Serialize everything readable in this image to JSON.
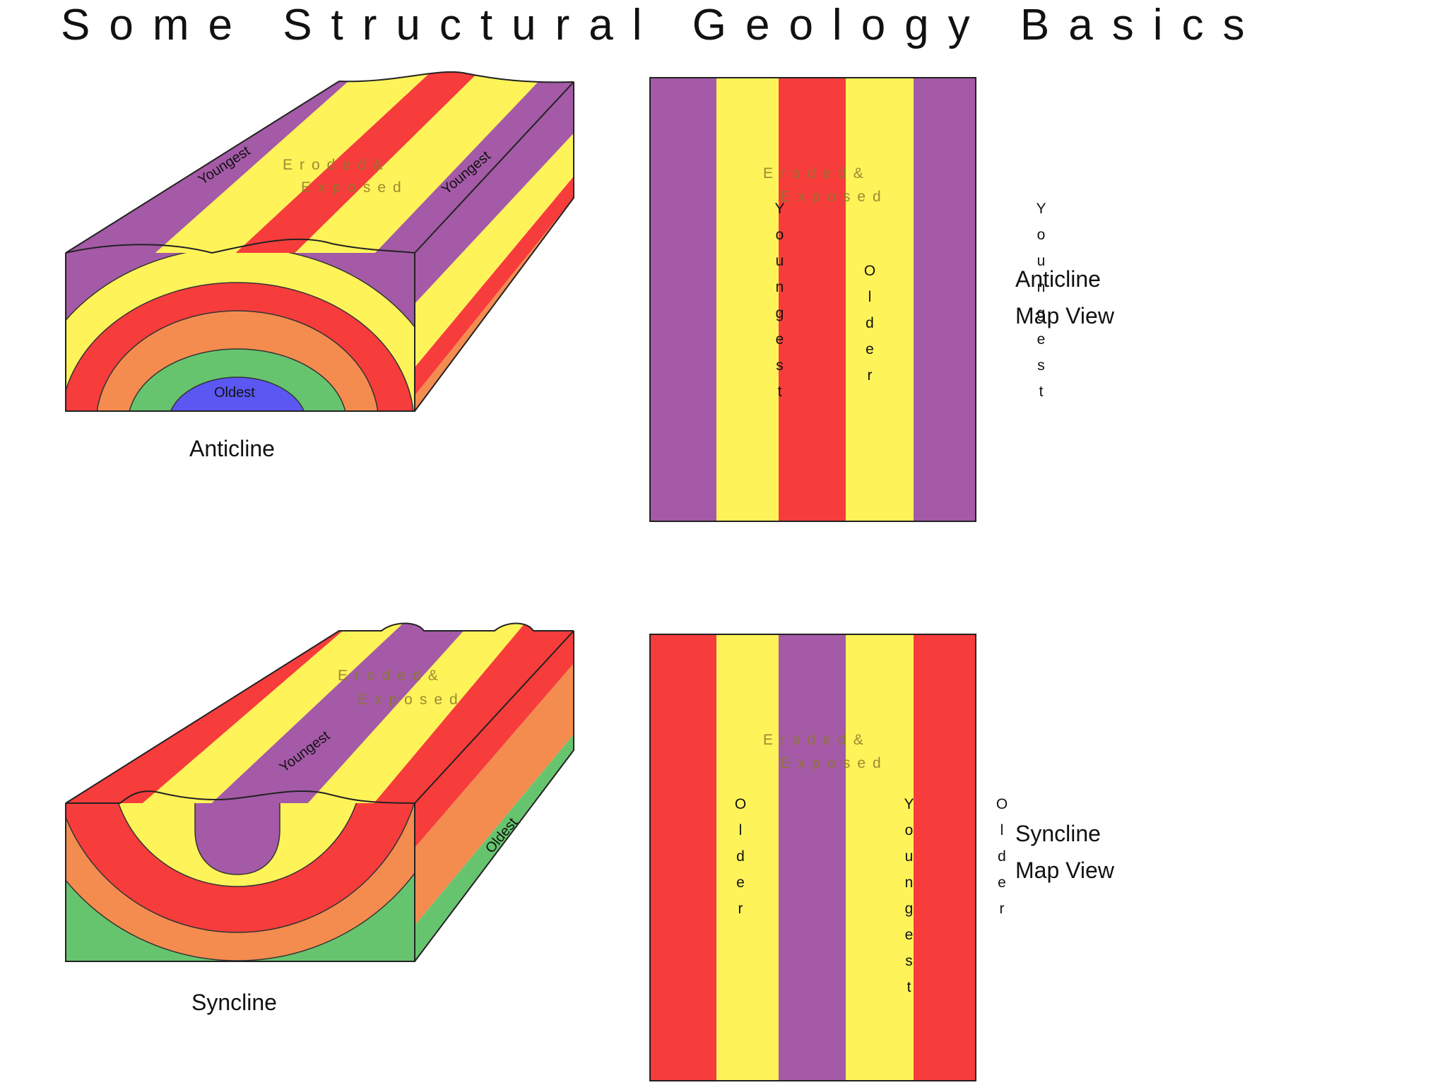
{
  "title": "Some Structural Geology Basics",
  "colors": {
    "purple": "#a45aa6",
    "yellow": "#fff35a",
    "red": "#f73c3c",
    "orange": "#f48c50",
    "green": "#67c46e",
    "blue": "#5b57f3"
  },
  "anticline": {
    "caption": "Anticline",
    "youngest_left": "Youngest",
    "youngest_right": "Youngest",
    "oldest": "Oldest",
    "eroded_line1": "Eroded&",
    "eroded_line2": "Exposed"
  },
  "anticline_map": {
    "caption_line1": "Anticline",
    "caption_line2": "Map View",
    "left": "Youngest",
    "center": "Older",
    "right": "Youngest",
    "eroded_line1": "Eroded&",
    "eroded_line2": "Exposed"
  },
  "syncline": {
    "caption": "Syncline",
    "youngest": "Youngest",
    "oldest": "Oldest",
    "eroded_line1": "Eroded&",
    "eroded_line2": "Exposed"
  },
  "syncline_map": {
    "caption_line1": "Syncline",
    "caption_line2": "Map View",
    "left": "Older",
    "center": "Youngest",
    "right": "Older",
    "eroded_line1": "Eroded&",
    "eroded_line2": "Exposed"
  }
}
